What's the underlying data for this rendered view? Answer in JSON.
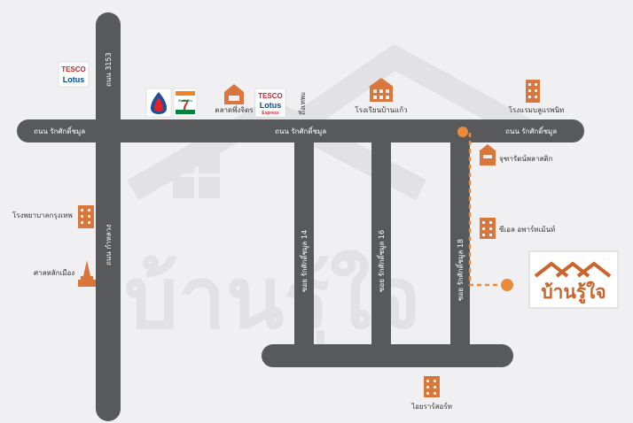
{
  "colors": {
    "background": "#f0f0f2",
    "road": "#58595b",
    "accent": "#e98b3a",
    "building": "#d9763c",
    "brand_orange": "#c8642c",
    "watermark": "#e2e2e4"
  },
  "watermark": {
    "text": "บ้านรู้ใจ"
  },
  "roads": {
    "main_horizontal": "ถนน รักศักดิ์ชมูล",
    "main_horizontal_mid": "ถนน รักศักดิ์ชมูล",
    "main_horizontal_right": "ถนน รักศักดิ์ชมูล",
    "vertical_left_top": "ถนน 3153",
    "vertical_left_bottom": "ถนน กำหลวง",
    "soi_14": "ซอย รักศักดิ์ชมูล 14",
    "soi_16": "ซอย รักศักดิ์ชมูล 16",
    "soi_18": "ซอย รักศักดิ์ชมูล 18"
  },
  "pois": {
    "tesco_top_left": {
      "line1": "TESCO",
      "line2": "Lotus",
      "icon": "tesco-lotus-logo"
    },
    "ptt": {
      "icon": "ptt-logo"
    },
    "seven_eleven": {
      "label": "ELEVEn",
      "number": "7",
      "icon": "seven-eleven-logo"
    },
    "market": {
      "label": "ตลาดพึ่งจิตร",
      "icon": "market-building-icon"
    },
    "tesco_express": {
      "line1": "TESCO",
      "line2": "Lotus",
      "line3": "Express",
      "icon": "tesco-express-logo"
    },
    "temple_road_label": "ถึ่งเทพะ",
    "school": {
      "label": "โรงเรียนบ้านแก้ว",
      "icon": "school-building-icon"
    },
    "hotel": {
      "label": "โรงแรมบลูแรพนิท",
      "icon": "hotel-building-icon"
    },
    "plastic": {
      "label": "จุฑารัตน์พลาสติก",
      "icon": "shop-building-icon"
    },
    "hospital": {
      "label": "โรงพยาบาลกรุงเทพ",
      "icon": "hospital-building-icon"
    },
    "apartment": {
      "label": "ซีเอล อพาร์ทเม้นท์",
      "icon": "apartment-building-icon"
    },
    "city_pillar": {
      "label": "ศาลหลักเมือง",
      "icon": "pagoda-icon"
    },
    "dormitory": {
      "label": "ไอยราร์สอร์ท",
      "icon": "dormitory-building-icon"
    }
  },
  "destination": {
    "name": "บ้านรู้ใจ",
    "icon": "house-roofs-logo"
  }
}
